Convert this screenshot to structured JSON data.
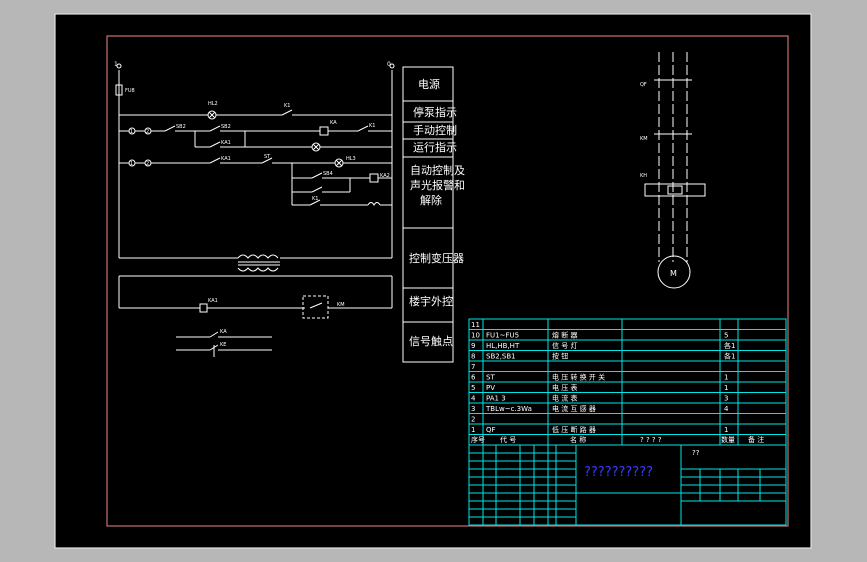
{
  "colors": {
    "background": "#b7b7b7",
    "sheet": "#000000",
    "frame_outer": "#e0e0e0",
    "frame_inner": "#c87070",
    "table_lines": "#00e5e5",
    "lines": "#ffffff",
    "title_text": "#3a3aff"
  },
  "labels": {
    "node_top_left": "1",
    "node_top_right": "0",
    "fuse": "FU8",
    "hl2": "HL2",
    "sb2": "SB2",
    "ka_coil": "KA",
    "sb3": "SB3",
    "ka_contact": "KA1",
    "st": "ST",
    "sb4": "SB4",
    "ka2": "KA2",
    "k_contact": "K1",
    "hl3": "HL3",
    "bottom_ka": "KA1",
    "bottom_km": "KM",
    "sig1": "KA",
    "sig2": "KE",
    "n1": "1",
    "n2": "2",
    "n3": "3",
    "n4": "4",
    "m_qf": "QF",
    "m_km": "KM",
    "m_kh": "KH",
    "motor": "M"
  },
  "panel": [
    "电源",
    "停泵指示",
    "手动控制",
    "运行指示",
    "自动控制及",
    "声光报警和",
    "解除",
    "控制变压器",
    "楼宇外控",
    "信号触点"
  ],
  "bom": {
    "rows": [
      {
        "no": "11",
        "code": "",
        "name": "",
        "qty": ""
      },
      {
        "no": "10",
        "code": "FU1~FU5",
        "name": "熔 断 器",
        "qty": "5"
      },
      {
        "no": "9",
        "code": "HL,HB,HT",
        "name": "信 号 灯",
        "qty": "各1"
      },
      {
        "no": "8",
        "code": "SB2,SB1",
        "name": "按 钮",
        "qty": "各1"
      },
      {
        "no": "7",
        "code": "",
        "name": "",
        "qty": ""
      },
      {
        "no": "6",
        "code": "ST",
        "name": "电 压 转 换 开 关",
        "qty": "1"
      },
      {
        "no": "5",
        "code": "PV",
        "name": "电 压 表",
        "qty": "1"
      },
      {
        "no": "4",
        "code": "PA1 3",
        "name": "电 流 表",
        "qty": "3"
      },
      {
        "no": "3",
        "code": "TBLw~c.3Wa",
        "name": "电 流 互 感 器",
        "qty": "4"
      },
      {
        "no": "2",
        "code": "",
        "name": "",
        "qty": ""
      },
      {
        "no": "1",
        "code": "QF",
        "name": "低 压 断 路 器",
        "qty": "1"
      }
    ],
    "header": {
      "no": "序号",
      "code": "代  号",
      "name": "名  称",
      "spec": "? ? ? ?",
      "qty": "数量",
      "note": "备 注"
    }
  },
  "title_block": {
    "title": "??????????",
    "mark": "??"
  }
}
